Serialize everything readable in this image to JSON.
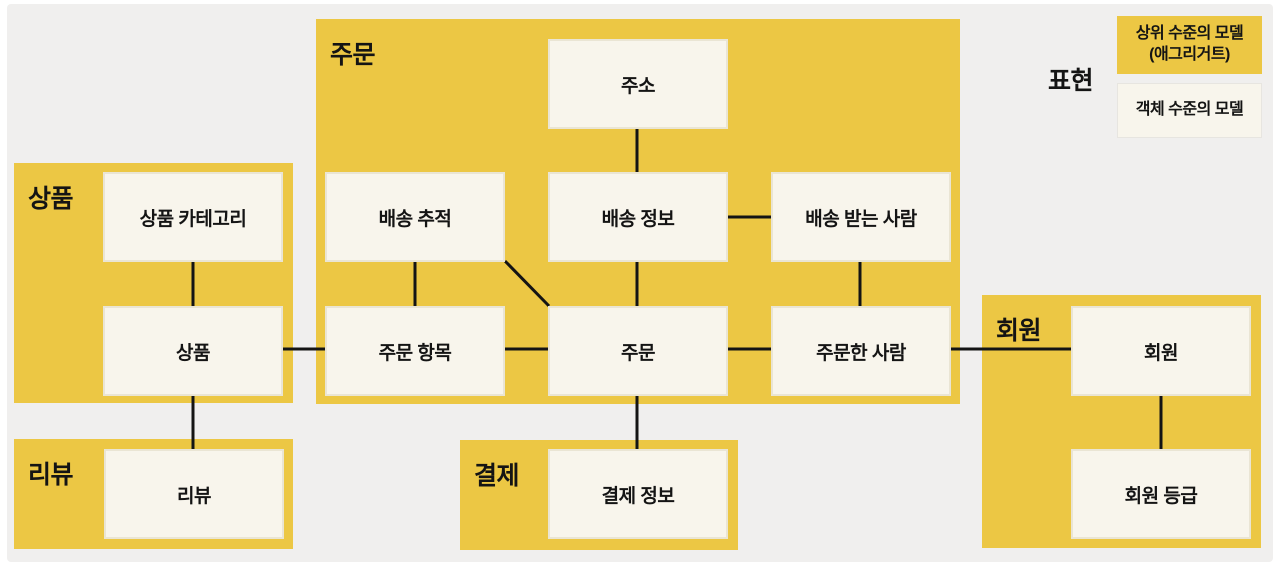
{
  "groups": {
    "order": "주문",
    "product": "상품",
    "review": "리뷰",
    "payment": "결제",
    "member": "회원"
  },
  "nodes": {
    "address": "주소",
    "shipping_tracking": "배송 추적",
    "shipping_info": "배송 정보",
    "shipping_recipient": "배송 받는 사람",
    "product_category": "상품 카테고리",
    "product": "상품",
    "order_item": "주문 항목",
    "order": "주문",
    "orderer": "주문한 사람",
    "member": "회원",
    "review": "리뷰",
    "payment_info": "결제 정보",
    "member_grade": "회원 등급"
  },
  "legend": {
    "title": "표현",
    "aggregate": {
      "line1": "상위 수준의 모델",
      "line2": "(애그리거트)"
    },
    "object": {
      "line1": "객체 수준의 모델"
    }
  },
  "relations": [
    {
      "from": "주소",
      "to": "배송 정보"
    },
    {
      "from": "배송 정보",
      "to": "배송 받는 사람"
    },
    {
      "from": "배송 정보",
      "to": "주문"
    },
    {
      "from": "배송 추적",
      "to": "주문 항목"
    },
    {
      "from": "배송 추적",
      "to": "주문"
    },
    {
      "from": "배송 받는 사람",
      "to": "주문한 사람"
    },
    {
      "from": "상품 카테고리",
      "to": "상품"
    },
    {
      "from": "상품",
      "to": "주문 항목"
    },
    {
      "from": "상품",
      "to": "리뷰"
    },
    {
      "from": "주문 항목",
      "to": "주문"
    },
    {
      "from": "주문",
      "to": "주문한 사람"
    },
    {
      "from": "주문",
      "to": "결제 정보"
    },
    {
      "from": "주문한 사람",
      "to": "회원"
    },
    {
      "from": "회원",
      "to": "회원 등급"
    }
  ],
  "colors": {
    "aggregate_fill": "#ecc744",
    "object_fill": "#f8f5ec",
    "canvas_bg": "#f0efee",
    "frame_bg": "#ffffff",
    "line": "#141414",
    "text": "#141414"
  }
}
